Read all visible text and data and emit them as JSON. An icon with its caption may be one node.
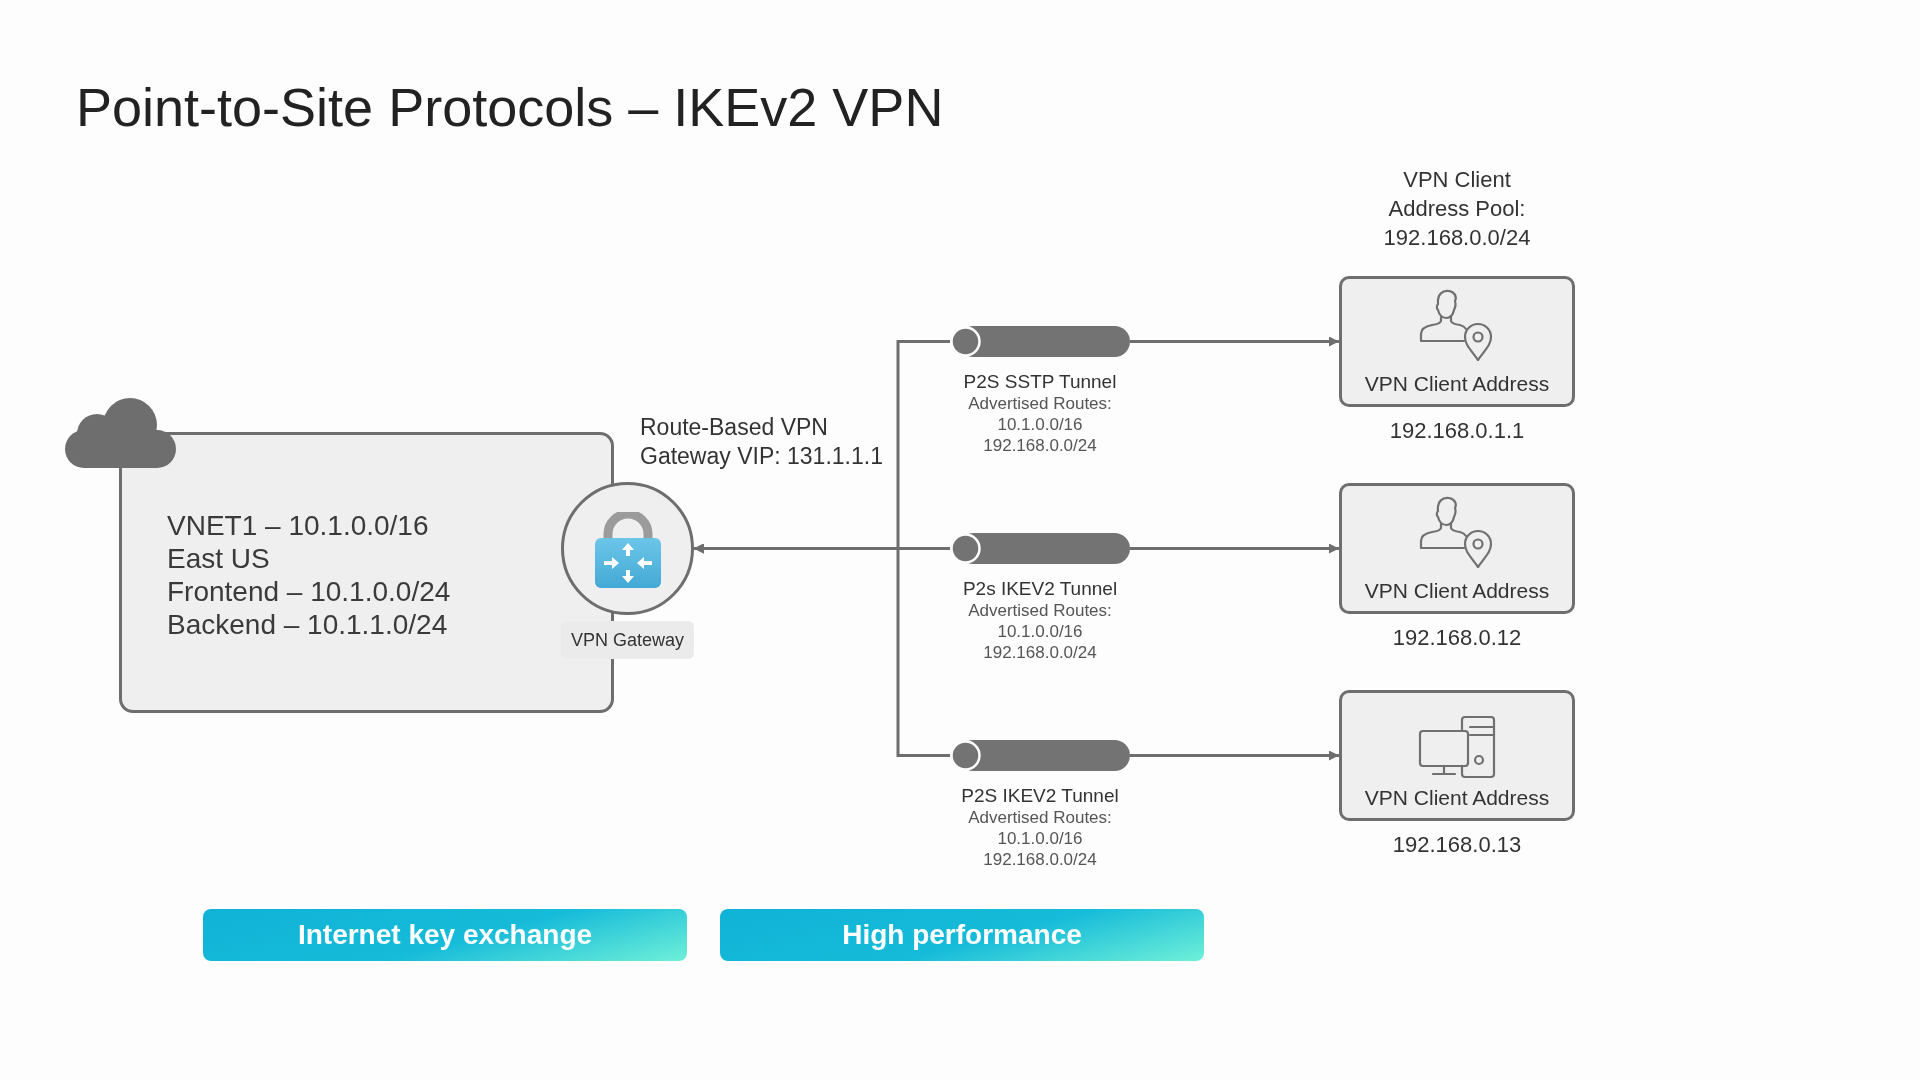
{
  "diagram": {
    "title": "Point-to-Site Protocols – IKEv2 VPN",
    "nodes": [
      {
        "text": [
          "VNET1 – 10.1.0.0/16",
          "East US",
          "Frontend – 10.1.0.0/24",
          "Backend – 10.1.1.0/24"
        ]
      },
      {
        "text": [
          "VPN Gateway"
        ],
        "beside": [
          "Route-Based VPN",
          "Gateway VIP: 131.1.1.1"
        ]
      },
      {
        "text": [
          "P2S SSTP Tunnel",
          "Advertised Routes:",
          "10.1.0.0/16",
          "192.168.0.0/24"
        ]
      },
      {
        "text": [
          "P2s IKEV2 Tunnel",
          "Advertised Routes:",
          "10.1.0.0/16",
          "192.168.0.0/24"
        ]
      },
      {
        "text": [
          "P2S IKEV2 Tunnel",
          "Advertised Routes:",
          "10.1.0.0/16",
          "192.168.0.0/24"
        ]
      },
      {
        "text": [
          "VPN Client Address"
        ],
        "beside": [
          "192.168.0.1.1"
        ]
      },
      {
        "text": [
          "VPN Client Address"
        ],
        "beside": [
          "192.168.0.12"
        ]
      },
      {
        "text": [
          "VPN Client Address"
        ],
        "beside": [
          "192.168.0.13"
        ]
      },
      {
        "text": [
          "Internet key exchange"
        ]
      },
      {
        "text": [
          "High performance"
        ]
      }
    ],
    "edges": [
      {
        "from": 2,
        "to": 1,
        "arrow": "to"
      },
      {
        "from": 3,
        "to": 1,
        "arrow": "to"
      },
      {
        "from": 4,
        "to": 1,
        "arrow": "to"
      },
      {
        "from": 2,
        "to": 5,
        "arrow": "to"
      },
      {
        "from": 3,
        "to": 6,
        "arrow": "to"
      },
      {
        "from": 4,
        "to": 7,
        "arrow": "to"
      }
    ],
    "labels": [
      "VPN Client Address Pool: 192.168.0.0/24"
    ]
  }
}
